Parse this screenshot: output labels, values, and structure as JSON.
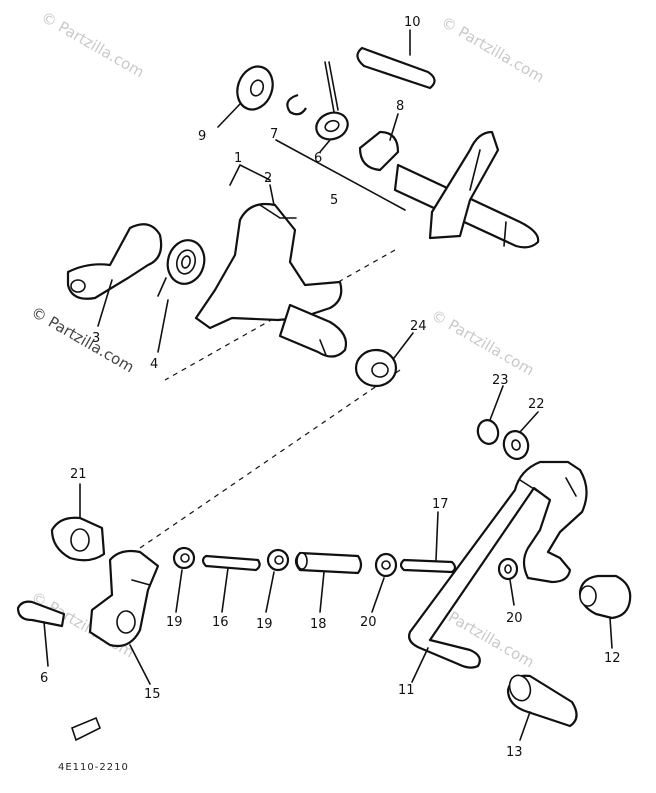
{
  "watermark": "© Partzilla.com",
  "drawing_code": "4E110-2210",
  "callouts": {
    "c1": "1",
    "c2": "2",
    "c3": "3",
    "c4": "4",
    "c5": "5",
    "c6": "6",
    "c7": "7",
    "c8": "8",
    "c9": "9",
    "c10": "10",
    "c11": "11",
    "c12": "12",
    "c13": "13",
    "c15": "15",
    "c16": "16",
    "c17": "17",
    "c18": "18",
    "c19a": "19",
    "c19b": "19",
    "c20a": "20",
    "c20b": "20",
    "c21": "21",
    "c22": "22",
    "c23": "23",
    "c24": "24",
    "c6b": "6"
  }
}
